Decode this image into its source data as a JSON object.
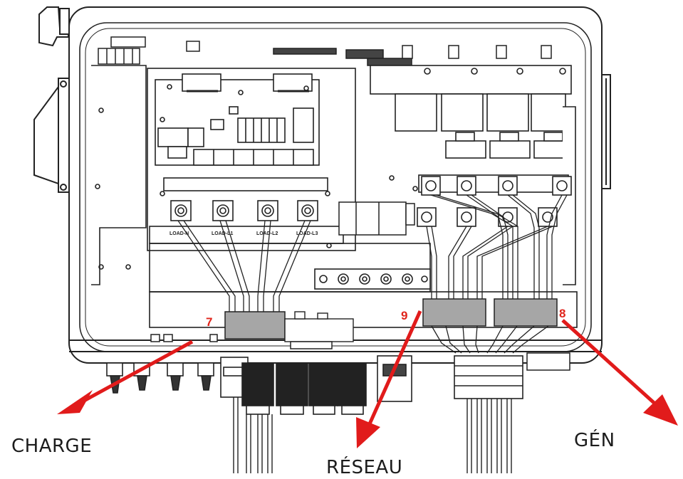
{
  "labels": {
    "charge": "CHARGE",
    "reseau": "RÉSEAU",
    "gen": "GÉN"
  },
  "callouts": {
    "n7": "7",
    "n9": "9",
    "n8": "8"
  },
  "terminal_labels": {
    "load1": "LOAD-N",
    "load2": "LOAD-L1",
    "load3": "LOAD-L2",
    "load4": "LOAD-L3"
  },
  "colors": {
    "line": "#222222",
    "arrow": "#e11b1b",
    "callout": "#e0241b",
    "block": "#a6a6a6",
    "paper": "#ffffff"
  }
}
